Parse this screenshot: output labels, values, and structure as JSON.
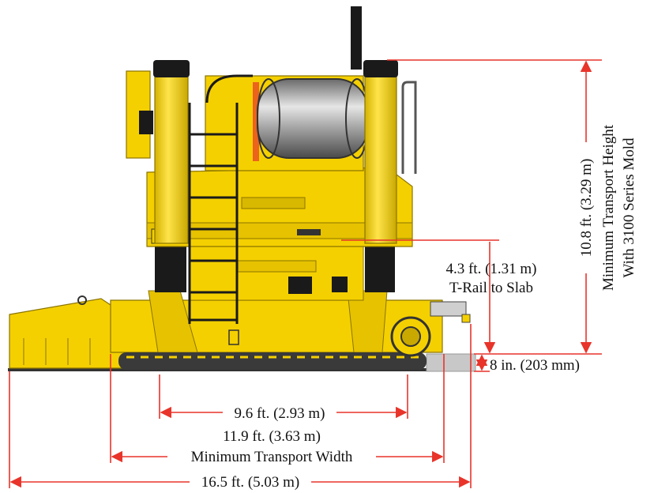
{
  "colors": {
    "machine_yellow": "#f5d000",
    "machine_shadow": "#c9a800",
    "machine_dark": "#1a1a1a",
    "dimension_red": "#e8342a",
    "tank_silver": "#b8b8b8",
    "slab_gray": "#c8c8c8"
  },
  "dimensions": {
    "height_label_1": "10.8 ft. (3.29 m)",
    "height_label_2": "Minimum Transport Height",
    "height_label_3": "With 3100 Series Mold",
    "trail_label_1": "4.3 ft. (1.31 m)",
    "trail_label_2": "T-Rail to Slab",
    "slab_label": "8 in. (203 mm)",
    "track_label": "9.6 ft. (2.93 m)",
    "width_label_1": "11.9 ft. (3.63 m)",
    "width_label_2": "Minimum Transport Width",
    "overall_label": "16.5 ft. (5.03 m)"
  }
}
